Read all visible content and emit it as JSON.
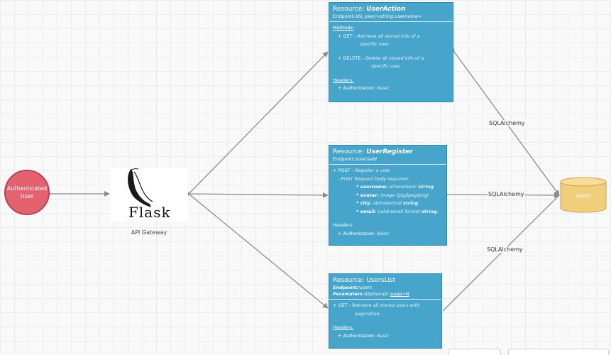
{
  "actor": {
    "label_line1": "Authenticated",
    "label_line2": "User"
  },
  "gateway": {
    "logo_text": "Flask",
    "caption": "API Gateway"
  },
  "database": {
    "label": "users"
  },
  "edge_labels": {
    "top": "SQLAlchemy",
    "middle": "SQLAlchemy",
    "bottom": "SQLAlchemy"
  },
  "user_action": {
    "title_prefix": "Resource:",
    "title_name": "UserAction",
    "endpoint_label": "Endpoint:",
    "endpoint_value": "/do_user/<string:username>",
    "methods_label": "Methods:",
    "get_label": "+ GET -",
    "get_desc_1": "Retrieve all stored info of a",
    "get_desc_2": "specific user.",
    "delete_label": "+ DELETE -",
    "delete_desc_1": "Delete all stored info of a",
    "delete_desc_2": "specific user.",
    "headers_label": "Headers:",
    "auth_label": "+ Authorization:",
    "auth_value": "Basic"
  },
  "user_register": {
    "title_prefix": "Resource:",
    "title_name": "UserRegister",
    "endpoint_label": "Endpoint:",
    "endpoint_value": "/user/add",
    "post_label": "+ POST -",
    "post_desc": "Register a user.",
    "body_line": "- POST Request body required:",
    "fields": [
      {
        "name": "* username:",
        "desc": "alfanumeric",
        "type": "string"
      },
      {
        "name": "* avatar:",
        "desc": "image (jpg/jpeg/png)",
        "type": ""
      },
      {
        "name": "* city:",
        "desc": "alphabetical",
        "type": "string"
      },
      {
        "name": "* email:",
        "desc": "valid email format",
        "type": "string."
      }
    ],
    "headers_label": "Headers:",
    "auth_label": "+ Authorization:",
    "auth_value": "Basic"
  },
  "users_list": {
    "title_prefix": "Resource:",
    "title_name": "UsersList",
    "endpoint_label": "Endpoint:",
    "endpoint_value": "/users",
    "params_label": "Paramaters",
    "params_optional": "(Optional):",
    "params_value": "page=N",
    "get_label": "+ GET -",
    "get_desc_1": "Retrieve all stored users with",
    "get_desc_2": "pagination.",
    "headers_label": "Headers:",
    "auth_label": "+ Authorization:",
    "auth_value": "Basic"
  },
  "colors": {
    "resource_fill": "#47a5cb",
    "actor_fill": "#e36270",
    "database_fill": "#f0cf7c",
    "edge": "#8c8c8c"
  }
}
